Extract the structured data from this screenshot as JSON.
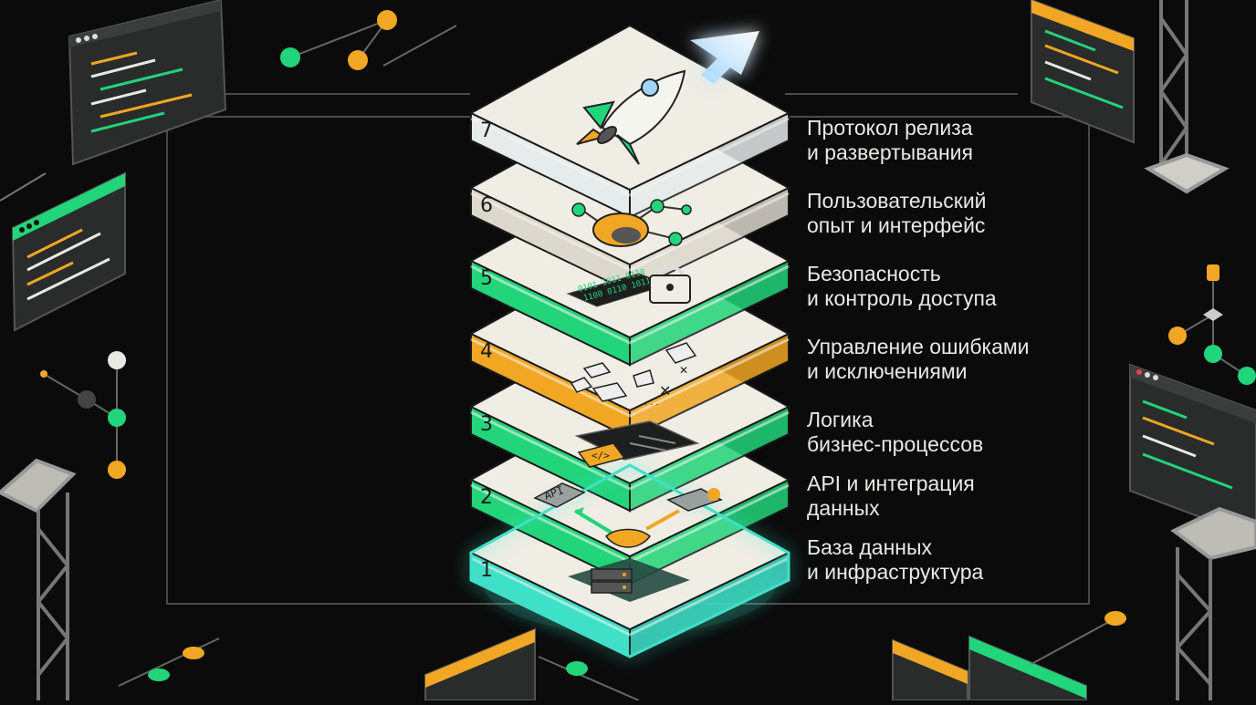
{
  "layers": [
    {
      "number": "7",
      "line1": "Протокол релиза",
      "line2": "и развертывания",
      "accent": "#e6ebec",
      "icon": "rocket-icon"
    },
    {
      "number": "6",
      "line1": "Пользовательский",
      "line2": "опыт и интерфейс",
      "accent": "#ddd8cd",
      "icon": "network-nodes-icon"
    },
    {
      "number": "5",
      "line1": "Безопасность",
      "line2": "и контроль доступа",
      "accent": "#22d47a",
      "icon": "padlock-binary-icon"
    },
    {
      "number": "4",
      "line1": "Управление ошибками",
      "line2": "и исключениями",
      "accent": "#f2a724",
      "icon": "broken-pieces-icon"
    },
    {
      "number": "3",
      "line1": "Логика",
      "line2": "бизнес-процессов",
      "accent": "#22d47a",
      "icon": "code-terminal-icon"
    },
    {
      "number": "2",
      "line1": "API и интеграция",
      "line2": "данных",
      "accent": "#22d47a",
      "icon": "api-handshake-icon"
    },
    {
      "number": "1",
      "line1": "База данных",
      "line2": "и инфраструктура",
      "accent": "#3fe0c8",
      "icon": "server-icon"
    }
  ],
  "icons": {
    "api_tag": "API",
    "code_tag": "</>"
  },
  "colors": {
    "background": "#0b0b0b",
    "slab_top": "#efede4",
    "green": "#22d47a",
    "orange": "#f2a724",
    "teal": "#3fe0c8",
    "text": "#e9e9e4"
  }
}
